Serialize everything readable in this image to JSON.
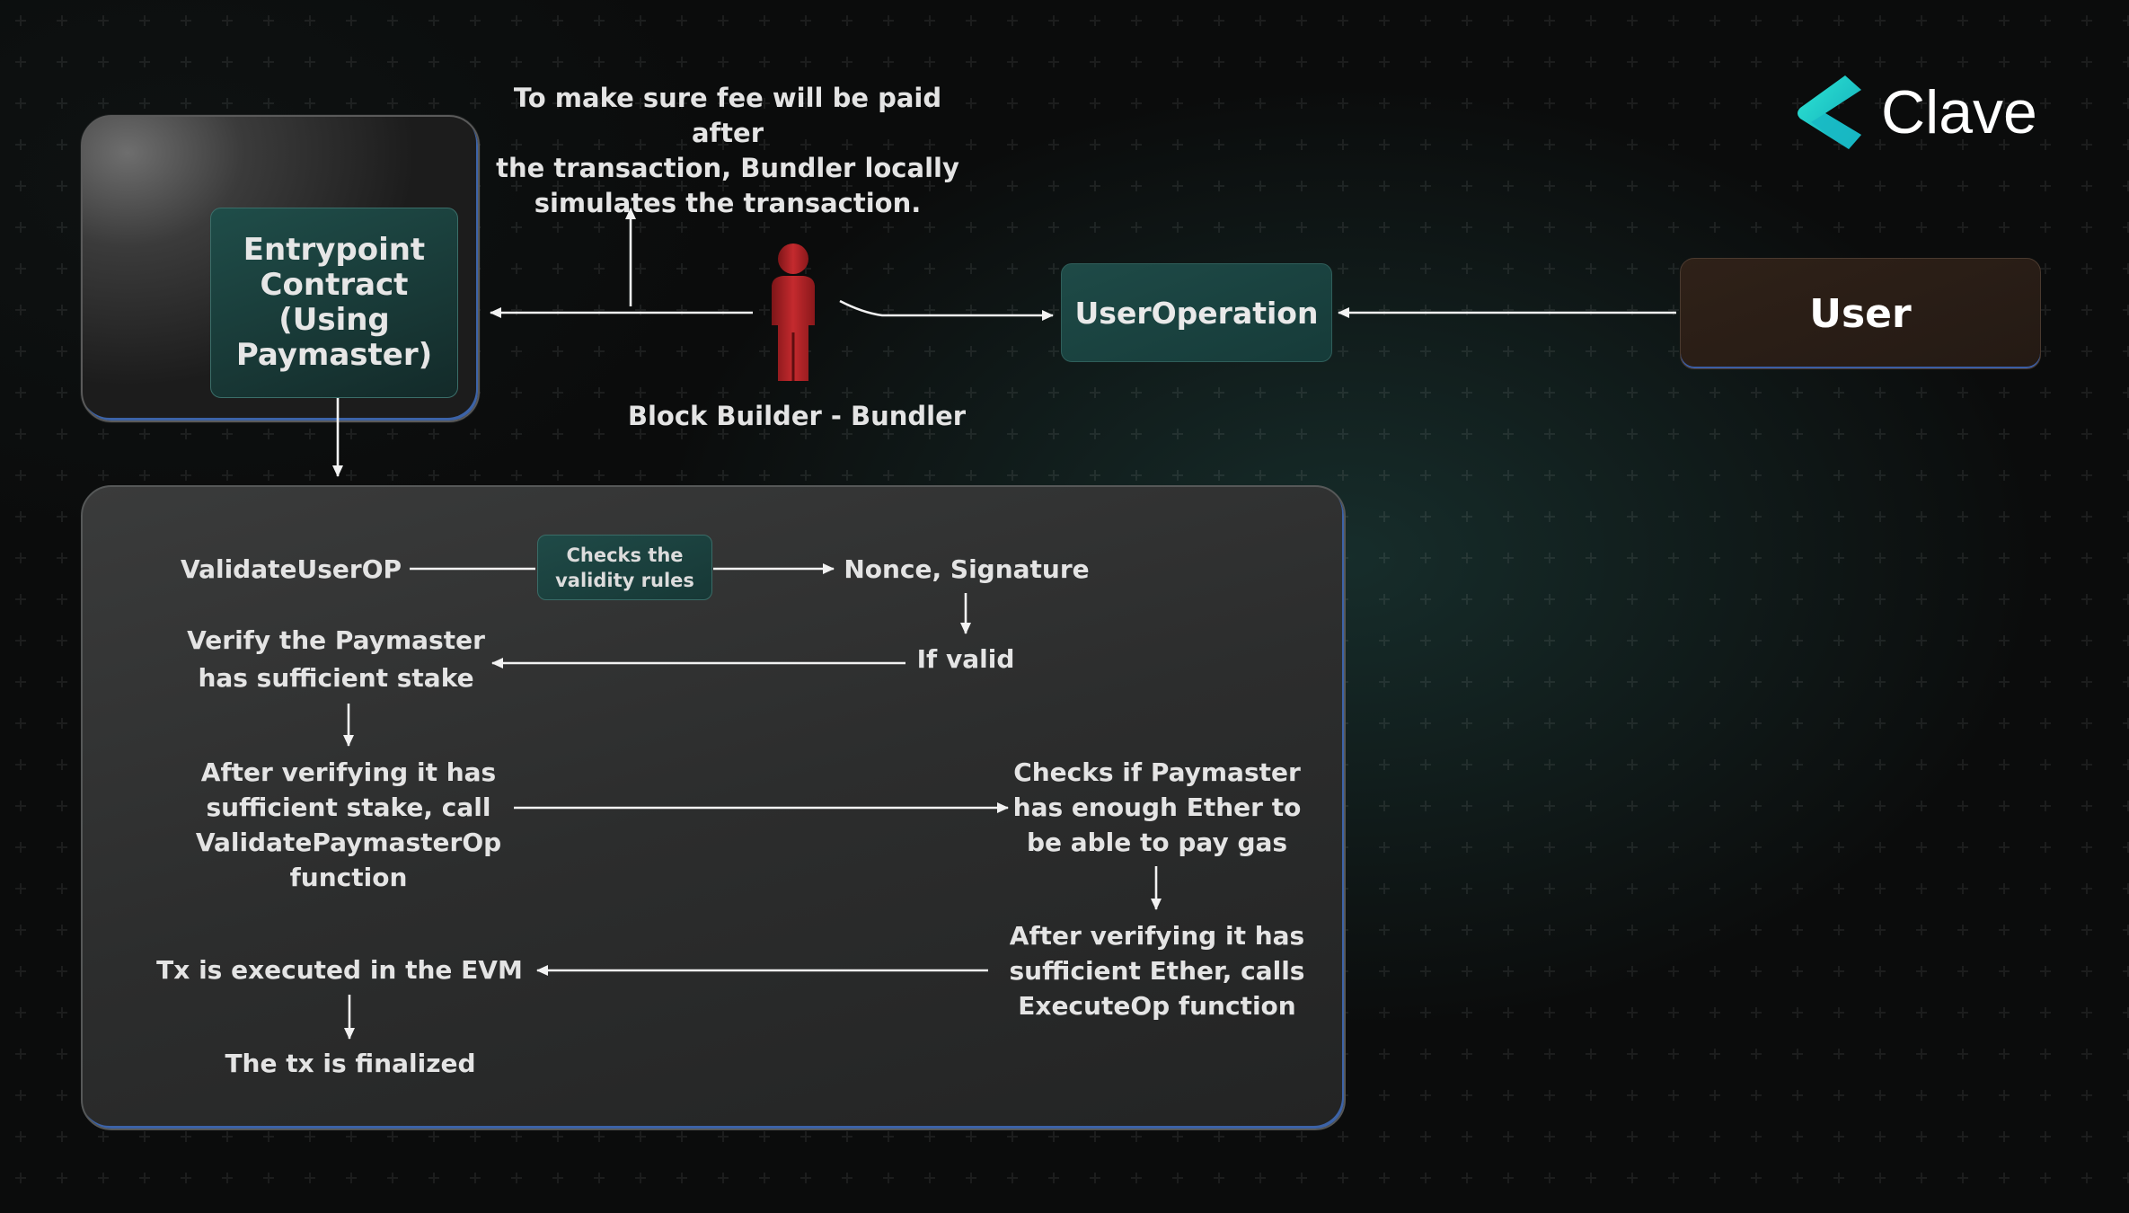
{
  "logo": {
    "text": "Clave",
    "accent_color": "#20c9c0"
  },
  "colors": {
    "background": "#0b0c0c",
    "teal_box": "#1e4a47",
    "user_box": "#2a1e17",
    "panel": "#2e2f2f",
    "edge_blue": "#3c63a8",
    "bundler_figure": "#b3262a"
  },
  "top": {
    "entrypoint": [
      "Entrypoint",
      "Contract",
      "(Using",
      "Paymaster)"
    ],
    "simulation_note": [
      "To make sure fee will be paid after",
      "the transaction, Bundler locally",
      "simulates the transaction."
    ],
    "bundler_label": "Block Builder - Bundler",
    "user_operation": "UserOperation",
    "user": "User"
  },
  "flow": {
    "validate_user_op": "ValidateUserOP",
    "checks_validity": [
      "Checks the",
      "validity rules"
    ],
    "nonce_signature": "Nonce, Signature",
    "if_valid": "If valid",
    "verify_paymaster_stake": [
      "Verify the Paymaster",
      "has sufficient stake"
    ],
    "call_validate_paymaster": [
      "After verifying it has",
      "sufficient stake, call",
      "ValidatePaymasterOp",
      "function"
    ],
    "checks_paymaster_ether": [
      "Checks if Paymaster",
      "has enough Ether to",
      "be able to pay gas"
    ],
    "calls_execute_op": [
      "After verifying it has",
      "sufficient Ether, calls",
      "ExecuteOp function"
    ],
    "tx_executed": "Tx is executed in the EVM",
    "tx_finalized": "The tx is finalized"
  }
}
